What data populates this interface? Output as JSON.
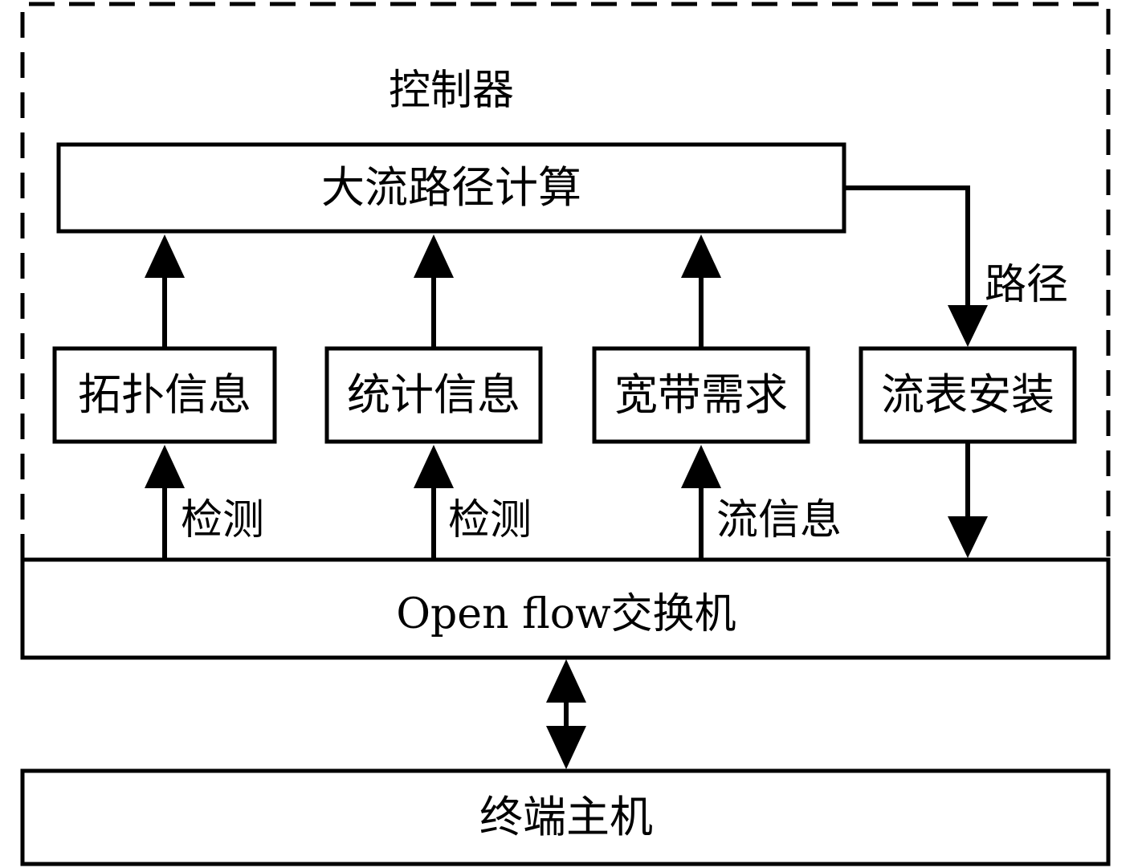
{
  "controller": {
    "label": "控制器"
  },
  "path_calc": {
    "label": "大流路径计算"
  },
  "modules": [
    {
      "label": "拓扑信息",
      "input_label": "检测"
    },
    {
      "label": "统计信息",
      "input_label": "检测"
    },
    {
      "label": "宽带需求",
      "input_label": "流信息"
    }
  ],
  "flow_install": {
    "label": "流表安装",
    "input_label": "路径"
  },
  "switch": {
    "label": "Open flow交换机"
  },
  "host": {
    "label": "终端主机"
  }
}
